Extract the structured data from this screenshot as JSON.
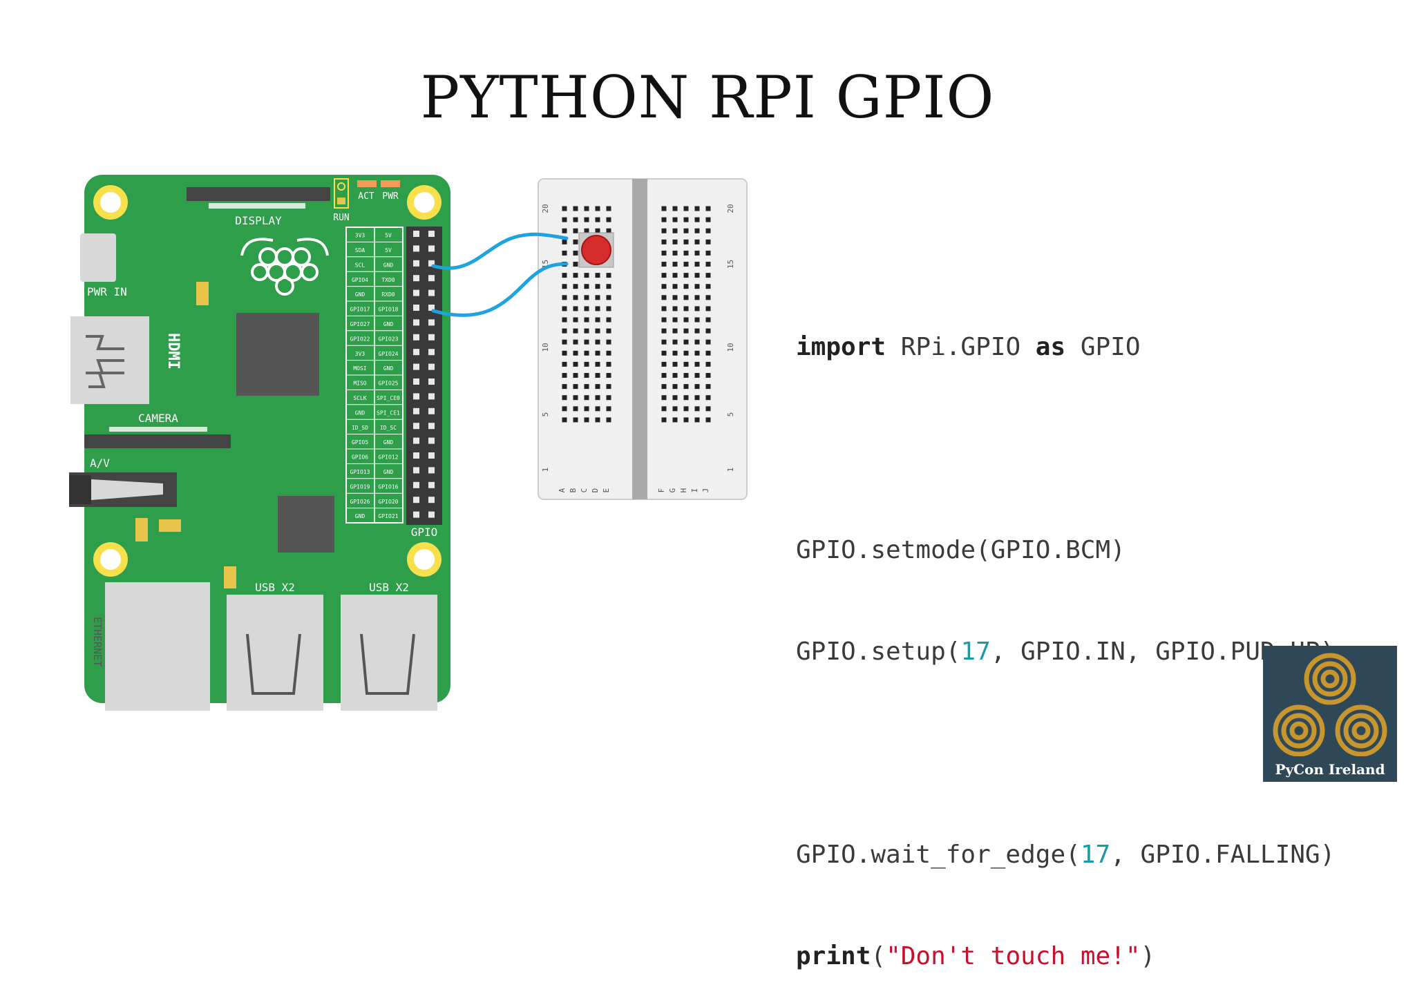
{
  "title": "PYTHON RPI GPIO",
  "pi_labels": {
    "display": "DISPLAY",
    "act": "ACT",
    "pwr": "PWR",
    "run": "RUN",
    "pwr_in": "PWR IN",
    "hdmi": "HDMI",
    "camera": "CAMERA",
    "av": "A/V",
    "gpio": "GPIO",
    "usb1": "USB X2",
    "usb2": "USB X2",
    "ethernet": "ETHERNET"
  },
  "pin_table": [
    [
      "3V3",
      "5V"
    ],
    [
      "SDA",
      "5V"
    ],
    [
      "SCL",
      "GND"
    ],
    [
      "GPIO4",
      "TXD0"
    ],
    [
      "GND",
      "RXD0"
    ],
    [
      "GPIO17",
      "GPIO18"
    ],
    [
      "GPIO27",
      "GND"
    ],
    [
      "GPIO22",
      "GPIO23"
    ],
    [
      "3V3",
      "GPIO24"
    ],
    [
      "MOSI",
      "GND"
    ],
    [
      "MISO",
      "GPIO25"
    ],
    [
      "SCLK",
      "SPI_CE0"
    ],
    [
      "GND",
      "SPI_CE1"
    ],
    [
      "ID_SD",
      "ID_SC"
    ],
    [
      "GPIO5",
      "GND"
    ],
    [
      "GPIO6",
      "GPIO12"
    ],
    [
      "GPIO13",
      "GND"
    ],
    [
      "GPIO19",
      "GPIO16"
    ],
    [
      "GPIO26",
      "GPIO20"
    ],
    [
      "GND",
      "GPIO21"
    ]
  ],
  "breadboard": {
    "row_numbers": [
      "20",
      "15",
      "10",
      "5",
      "1"
    ],
    "left_letters": [
      "A",
      "B",
      "C",
      "D",
      "E"
    ],
    "right_letters": [
      "F",
      "G",
      "H",
      "I",
      "J"
    ]
  },
  "code": {
    "l1": {
      "kw1": "import",
      "t1": " RPi.GPIO ",
      "kw2": "as",
      "t2": " GPIO"
    },
    "l2": "GPIO.setmode(GPIO.BCM)",
    "l3": {
      "a": "GPIO.setup(",
      "num": "17",
      "b": ", GPIO.IN, GPIO.PUD_UP)"
    },
    "l4": {
      "a": "GPIO.wait_for_edge(",
      "num": "17",
      "b": ", GPIO.FALLING)"
    },
    "l5": {
      "kw": "print",
      "a": "(",
      "str": "\"Don't touch me!\"",
      "b": ")"
    }
  },
  "logo": {
    "text": "PyCon Ireland"
  },
  "colors": {
    "board": "#2e9e4a",
    "wire": "#1fa3df",
    "button": "#d52c2c",
    "hole_ring": "#f7e04b"
  }
}
